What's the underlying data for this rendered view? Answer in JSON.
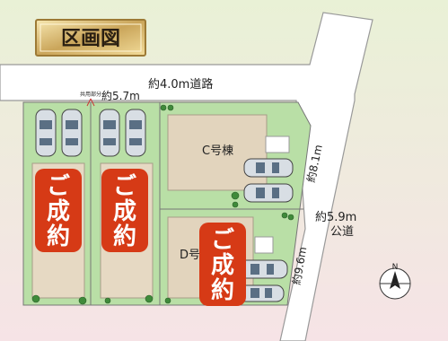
{
  "title": "区画図",
  "roads": {
    "top_road": "約4.0m道路",
    "right_road_width": "約5.9m",
    "right_road_type": "公道"
  },
  "labels": {
    "shared_portion": "共用部分",
    "frontage_left": "約5.7m",
    "frontage_c": "約8.1m",
    "frontage_d": "約9.6m"
  },
  "lots": {
    "c_building": "C号棟",
    "d_building": "D号"
  },
  "stamps": {
    "sold": [
      "ご",
      "成",
      "約"
    ]
  },
  "compass": {
    "north": "N"
  },
  "colors": {
    "lot_green": "#b9dfa6",
    "building_fill": "#e2d4bd",
    "road": "#ffffff",
    "stamp_red": "#d63a16",
    "background_pink": "#f3e4e4"
  }
}
